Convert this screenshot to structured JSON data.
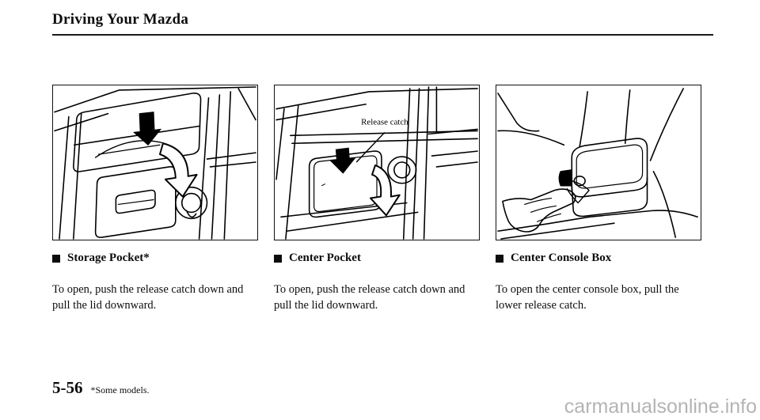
{
  "header": {
    "title": "Driving Your Mazda"
  },
  "figures": [
    {
      "name": "storage-pocket",
      "caption": "",
      "callout": ""
    },
    {
      "name": "center-pocket",
      "caption": "",
      "callout": "Release catch"
    },
    {
      "name": "center-console-box",
      "caption": "",
      "callout": ""
    }
  ],
  "sections": [
    {
      "heading": "Storage Pocket*",
      "body": "To open, push the release catch down and pull the lid downward."
    },
    {
      "heading": "Center Pocket",
      "body": "To open, push the release catch down and pull the lid downward."
    },
    {
      "heading": "Center Console Box",
      "body": "To open the center console box, pull the lower release catch."
    }
  ],
  "footer": {
    "page_number": "5-56",
    "footnote": "*Some models.",
    "watermark": "carmanualsonline.info"
  },
  "colors": {
    "ink": "#0d0d0d",
    "rule": "#1a1a1a",
    "watermark": "#b4b4b4",
    "paper": "#ffffff"
  }
}
